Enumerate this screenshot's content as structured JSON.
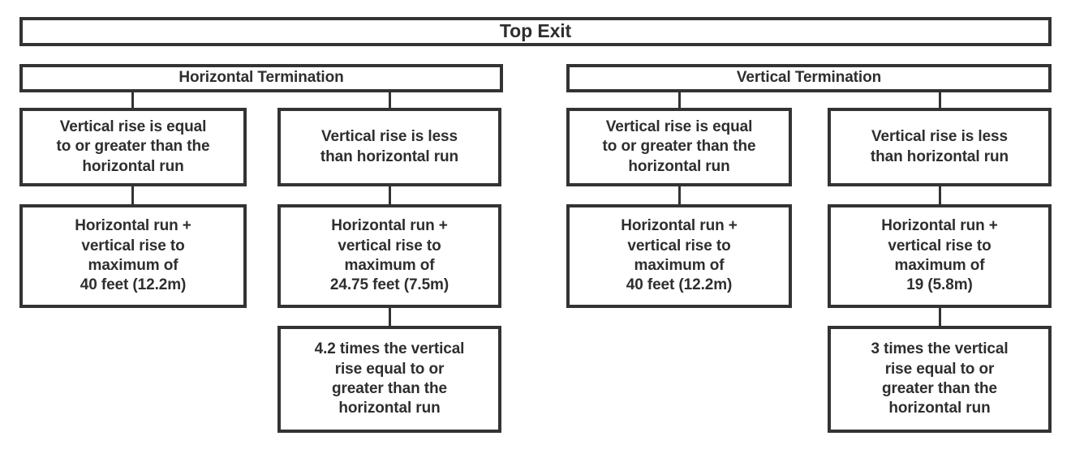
{
  "diagram": {
    "title": "Top Exit",
    "groups": [
      {
        "name": "horizontal-termination",
        "label": "Horizontal Termination",
        "columns": [
          {
            "name": "horizontal-equal-or-greater",
            "condition": "Vertical rise is equal\nto or greater than the\nhorizontal run",
            "value": "Horizontal run +\nvertical rise to\nmaximum of\n40 feet (12.2m)",
            "extra": null
          },
          {
            "name": "horizontal-less-than",
            "condition": "Vertical rise is less\nthan horizontal run",
            "value": "Horizontal run +\nvertical rise to\nmaximum of\n24.75 feet (7.5m)",
            "extra": "4.2 times the vertical\nrise equal to or\ngreater than the\nhorizontal run"
          }
        ]
      },
      {
        "name": "vertical-termination",
        "label": "Vertical Termination",
        "columns": [
          {
            "name": "vertical-equal-or-greater",
            "condition": "Vertical rise is equal\nto or greater than the\nhorizontal run",
            "value": "Horizontal run +\nvertical rise to\nmaximum of\n40 feet (12.2m)",
            "extra": null
          },
          {
            "name": "vertical-less-than",
            "condition": "Vertical rise is less\nthan horizontal run",
            "value": "Horizontal run +\nvertical rise to\nmaximum of\n19 (5.8m)",
            "extra": "3 times the vertical\nrise equal to or\ngreater than the\nhorizontal run"
          }
        ]
      }
    ],
    "colors": {
      "border": "#333333",
      "text": "#2e2e2e",
      "background": "#ffffff"
    }
  }
}
